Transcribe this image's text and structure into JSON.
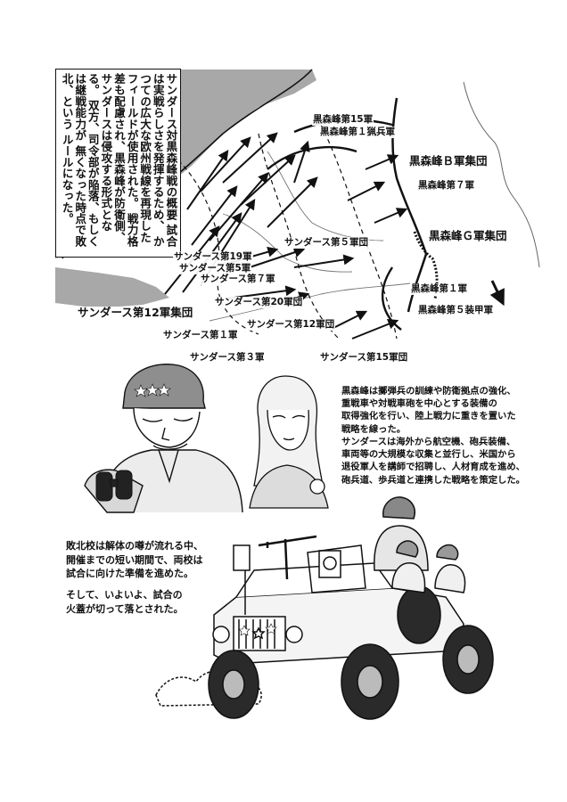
{
  "overview_text": "サンダース対黒森峰戦の概要\n試合は実戦らしさを発揮するため、\nかつての広大な欧州戦線を再現した\nフィールドが使用された。\n戦力格差も配慮され、黒森峰が防衛側、\nサンダースは侵攻する形式となる。\n双方、司令部が陥落、もしくは継戦能力が\n無くなった時点で敗北、という\nルールになった。",
  "map_labels": {
    "kuro_15": "黒森峰第15軍",
    "kuro_1_ranger": "黒森峰第１猟兵軍",
    "kuro_b_group": "黒森峰Ｂ軍集団",
    "kuro_7": "黒森峰第７軍",
    "kuro_g_group": "黒森峰Ｇ軍集団",
    "kuro_1": "黒森峰第１軍",
    "kuro_5_armor": "黒森峰第５装甲軍",
    "sand_19": "サンダース第19軍",
    "sand_5_corps": "サンダース第5軍",
    "sand_7": "サンダース第７軍",
    "sand_5_army_group": "サンダース第５軍団",
    "sand_20": "サンダース第20軍団",
    "sand_12_army_group": "サンダース第12軍集団",
    "sand_12_corps": "サンダース第12軍団",
    "sand_1": "サンダース第１軍",
    "sand_3": "サンダース第３軍",
    "sand_15": "サンダース第15軍団"
  },
  "kuromorimine_text": "黒森峰は擲弾兵の訓練や防衛拠点の強化、\n重戦車や対戦車砲を中心とする装備の\n取得強化を行い、陸上戦力に重きを置いた\n戦略を線った。",
  "saunders_text": "サンダースは海外から航空機、砲兵装備、\n車両等の大規模な収集と並行し、米国から\n退役軍人を講師で招聘し、人材育成を進め、\n砲兵道、歩兵道と連携した戦略を策定した。",
  "closing_text_1": "敗北校は解体の噂が流れる中、\n開催までの短い期間で、両校は\n試合に向けた準備を進めた。",
  "closing_text_2": "そして、いよいよ、試合の\n火蓋が切って落とされた。",
  "colors": {
    "ink": "#111111",
    "sea_gray": "#a8a8a8",
    "paper": "#ffffff"
  },
  "icons": [
    "star-insignia-icon",
    "binoculars-icon",
    "flag-icon"
  ]
}
